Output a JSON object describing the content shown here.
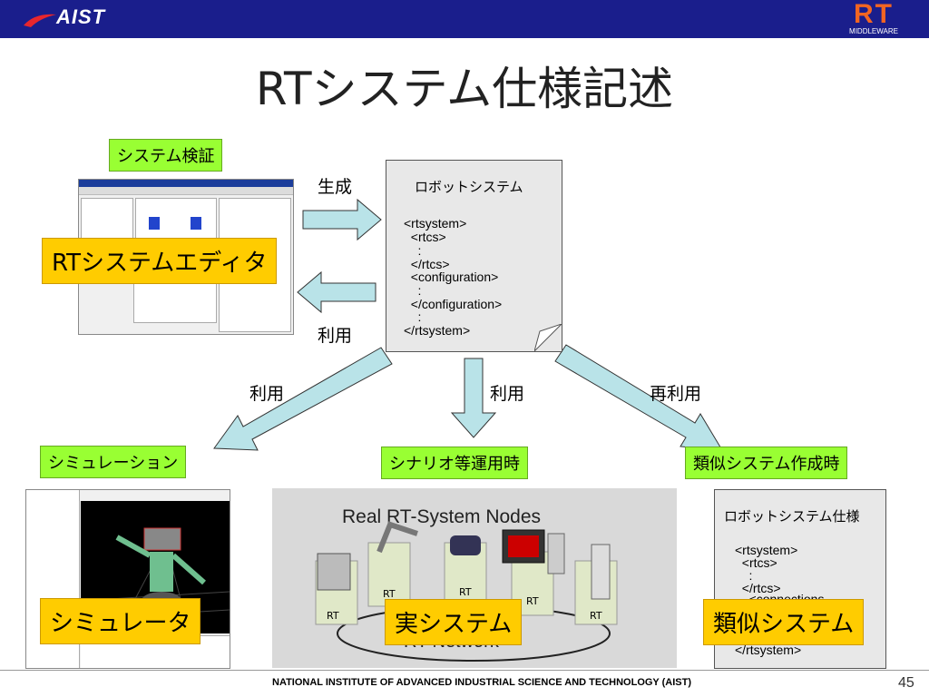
{
  "header": {
    "aist_logo_text": "AIST",
    "rt_logo_text": "RT",
    "rt_logo_subtext": "MIDDLEWARE",
    "bar_color": "#1a1e8c"
  },
  "title": "RTシステム仕様記述",
  "labels": {
    "system_verification": "システム検証",
    "rt_system_editor": "RTシステムエディタ",
    "simulation": "シミュレーション",
    "scenario_operation": "シナリオ等運用時",
    "similar_system_creation": "類似システム作成時",
    "simulator": "シミュレータ",
    "real_system": "実システム",
    "similar_system": "類似システム"
  },
  "arrow_words": {
    "generate": "生成",
    "use_top": "利用",
    "use_left": "利用",
    "use_middle": "利用",
    "reuse": "再利用"
  },
  "doc_main": {
    "heading": "ロボットシステム",
    "lines": [
      "<rtsystem>",
      "  <rtcs>",
      "    :",
      "  </rtcs>",
      "  <configuration>",
      "    :",
      "  </configuration>",
      "    :",
      "</rtsystem>"
    ]
  },
  "doc_similar": {
    "heading": "ロボットシステム仕様",
    "lines": [
      "<rtsystem>",
      "  <rtcs>",
      "    :",
      "  </rtcs>",
      "    <connections",
      "</rtsystem>"
    ]
  },
  "real_nodes": {
    "title": "Real RT-System Nodes",
    "network": "RT Network",
    "node_tags": [
      "RT",
      "RT",
      "RT",
      "RT",
      "RT"
    ]
  },
  "footer": {
    "text": "NATIONAL INSTITUTE OF ADVANCED INDUSTRIAL SCIENCE AND TECHNOLOGY (AIST)",
    "page": "45"
  },
  "colors": {
    "green_label": "#99ff33",
    "yellow_label": "#ffcc00",
    "arrow_fill": "#b9e3e8",
    "rt_orange": "#f26522"
  }
}
